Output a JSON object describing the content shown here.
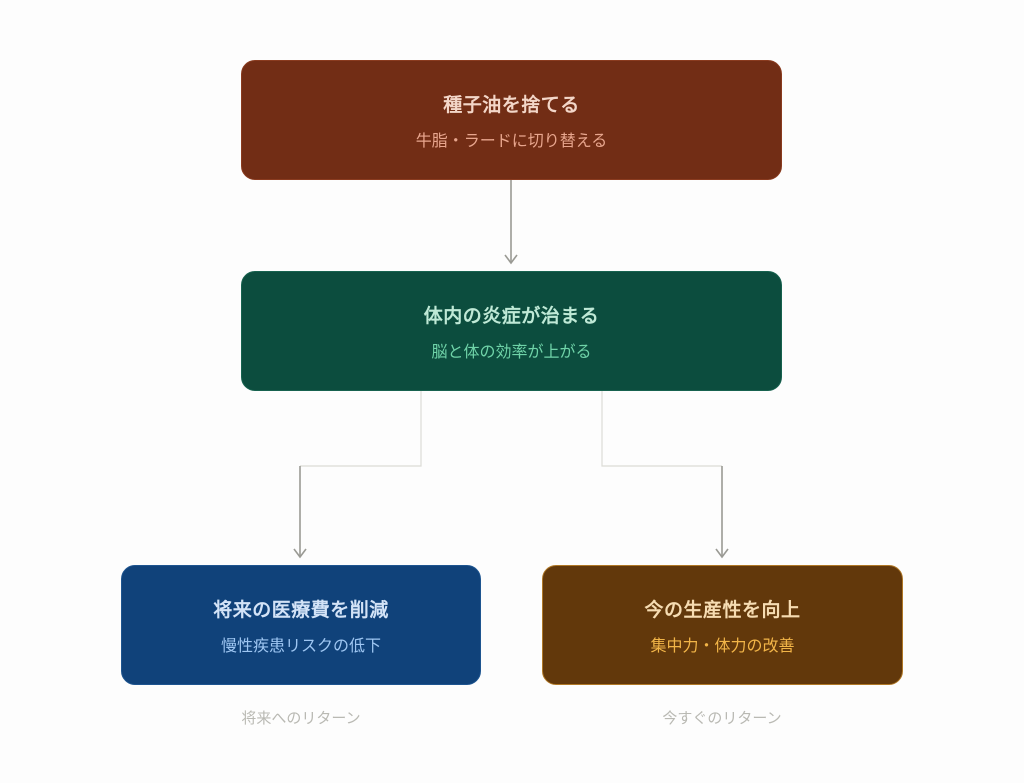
{
  "nodes": {
    "top": {
      "title": "種子油を捨てる",
      "subtitle": "牛脂・ラードに切り替える",
      "color": "#722d15"
    },
    "middle": {
      "title": "体内の炎症が治まる",
      "subtitle": "脳と体の効率が上がる",
      "color": "#0c4d3e"
    },
    "left": {
      "title": "将来の医療費を削減",
      "subtitle": "慢性疾患リスクの低下",
      "caption": "将来へのリターン",
      "color": "#10427a"
    },
    "right": {
      "title": "今の生産性を向上",
      "subtitle": "集中力・体力の改善",
      "caption": "今すぐのリターン",
      "color": "#62380b"
    }
  },
  "edges": [
    {
      "from": "top",
      "to": "middle"
    },
    {
      "from": "middle",
      "to": "left"
    },
    {
      "from": "middle",
      "to": "right"
    }
  ],
  "colors": {
    "arrow": "#9a9a94",
    "connector_light": "#dcdcd6",
    "caption": "#b9b9b3"
  }
}
